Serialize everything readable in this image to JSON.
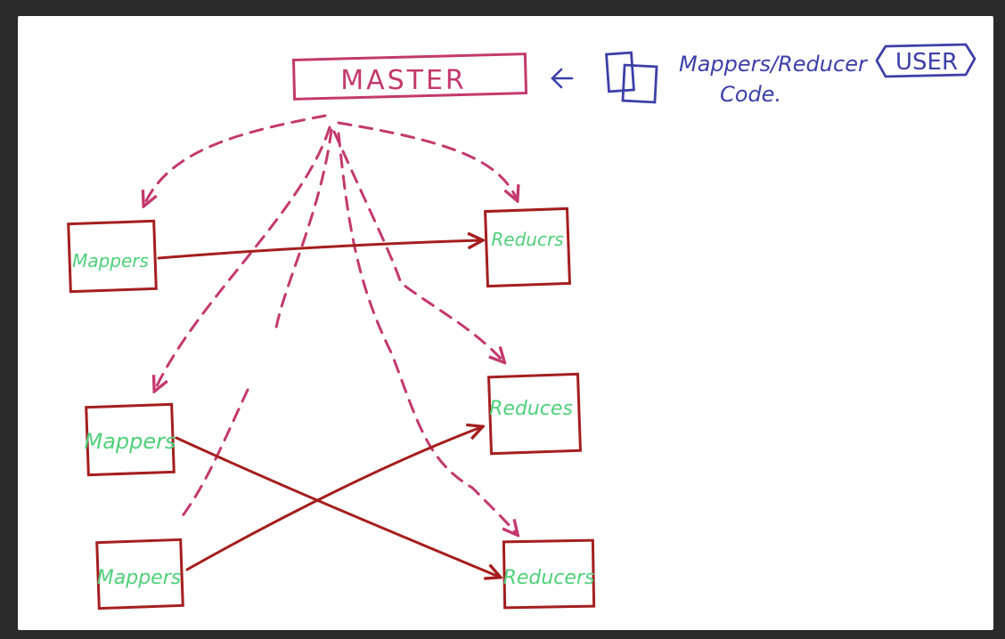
{
  "master": {
    "label": "MASTER"
  },
  "mappers": [
    {
      "label": "Mappers"
    },
    {
      "label": "Mappers"
    },
    {
      "label": "Mappers"
    }
  ],
  "reducers": [
    {
      "label": "Reducrs"
    },
    {
      "label": "Reduces"
    },
    {
      "label": "Reducers"
    }
  ],
  "code_note": {
    "line1": "Mappers/Reducer",
    "line2": "Code."
  },
  "user": {
    "label": "USER"
  },
  "colors": {
    "master": "#c33a6a",
    "dashed": "#c33a6a",
    "box": "#a51e1e",
    "label_green": "#4fd07a",
    "blue": "#3d3fa8"
  }
}
